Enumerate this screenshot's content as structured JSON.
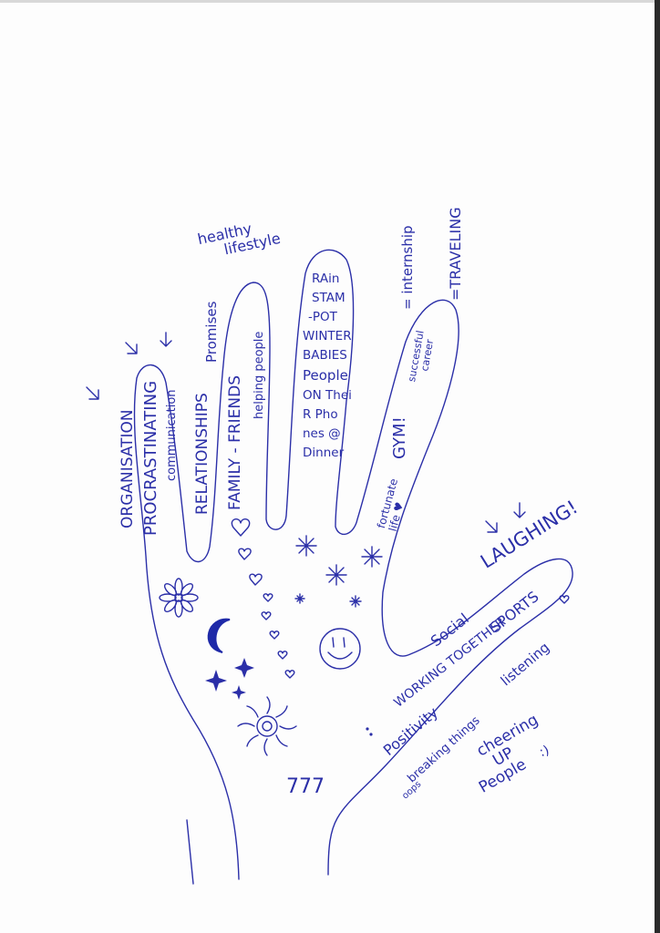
{
  "colors": {
    "ink": "#2b2fa8",
    "paper": "#fdfdfd",
    "moon": "#1f2aa8"
  },
  "thumb_words": {
    "organisation": "ORGANISATION",
    "procrastinating": "PROCRASTINATING",
    "communication": "communication"
  },
  "index_words": {
    "relationships": "RELATIONSHIPS",
    "promises": "Promises",
    "family_friends": "FAMILY - FRIENDS",
    "helping_people": "helping people",
    "healthy_lifestyle": [
      "healthy",
      "lifestyle"
    ]
  },
  "middle_words": {
    "lines": [
      "RAin",
      "STAM",
      "-POT",
      "WINTER",
      "BABIES",
      "People",
      "ON Thei",
      "R Pho",
      "nes @",
      "Dinner"
    ]
  },
  "ring_words": {
    "internship": "= internship",
    "traveling": "=TRAVELING",
    "successful_career": [
      "successful",
      "career"
    ],
    "gym": "GYM!",
    "fortunate_life": [
      "fortunate",
      "life ♥"
    ]
  },
  "pinky_words": {
    "laughing": "LAUGHING!",
    "social": "Social",
    "working_together": "WORKING TOGETHER",
    "sports": "SPORTS",
    "positivity": "Positivity",
    "breaking_things": "breaking things",
    "oops": "oops",
    "listening": "listening",
    "cheering_up_people": [
      "cheering",
      "UP",
      "People"
    ]
  },
  "palm_text": {
    "number": "777"
  },
  "icons": [
    "arrow-icon",
    "heart-icon",
    "star-icon",
    "sparkle-icon",
    "flower-icon",
    "moon-icon",
    "sun-icon",
    "smiley-icon"
  ]
}
